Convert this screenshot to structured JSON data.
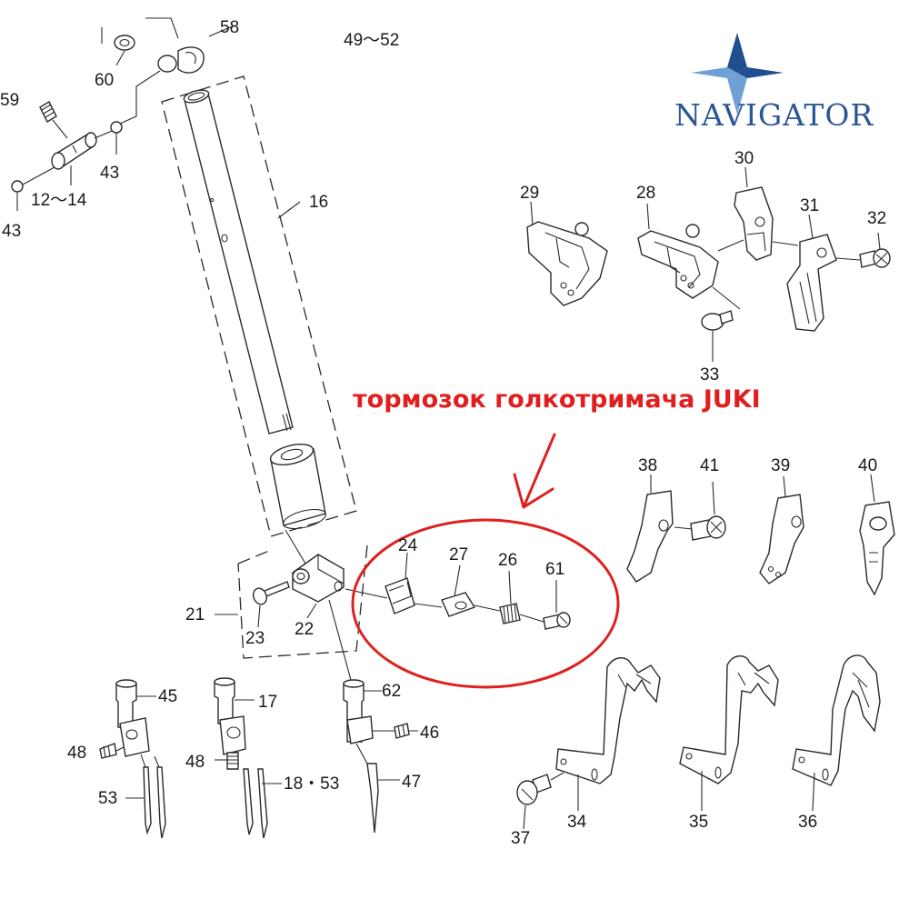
{
  "logo": {
    "text": "NAVIGATOR",
    "color": "#2b5797",
    "star_colors": [
      "#1f4f8f",
      "#6fa0d6"
    ]
  },
  "annotation": {
    "text": "тормозок голкотримача JUKI",
    "color": "#e02020"
  },
  "parts": {
    "p58": "58",
    "p49_52": "49～52",
    "p60": "60",
    "p59": "59",
    "p43a": "43",
    "p12_14": "12～14",
    "p43b": "43",
    "p16": "16",
    "p29": "29",
    "p28": "28",
    "p30": "30",
    "p31": "31",
    "p32": "32",
    "p33": "33",
    "p24": "24",
    "p27": "27",
    "p26": "26",
    "p61": "61",
    "p21": "21",
    "p23": "23",
    "p22": "22",
    "p38": "38",
    "p41": "41",
    "p39": "39",
    "p40": "40",
    "p45": "45",
    "p17": "17",
    "p62": "62",
    "p48a": "48",
    "p48b": "48",
    "p46": "46",
    "p53": "53",
    "p18_53": "18・53",
    "p47": "47",
    "p37": "37",
    "p34": "34",
    "p35": "35",
    "p36": "36"
  }
}
